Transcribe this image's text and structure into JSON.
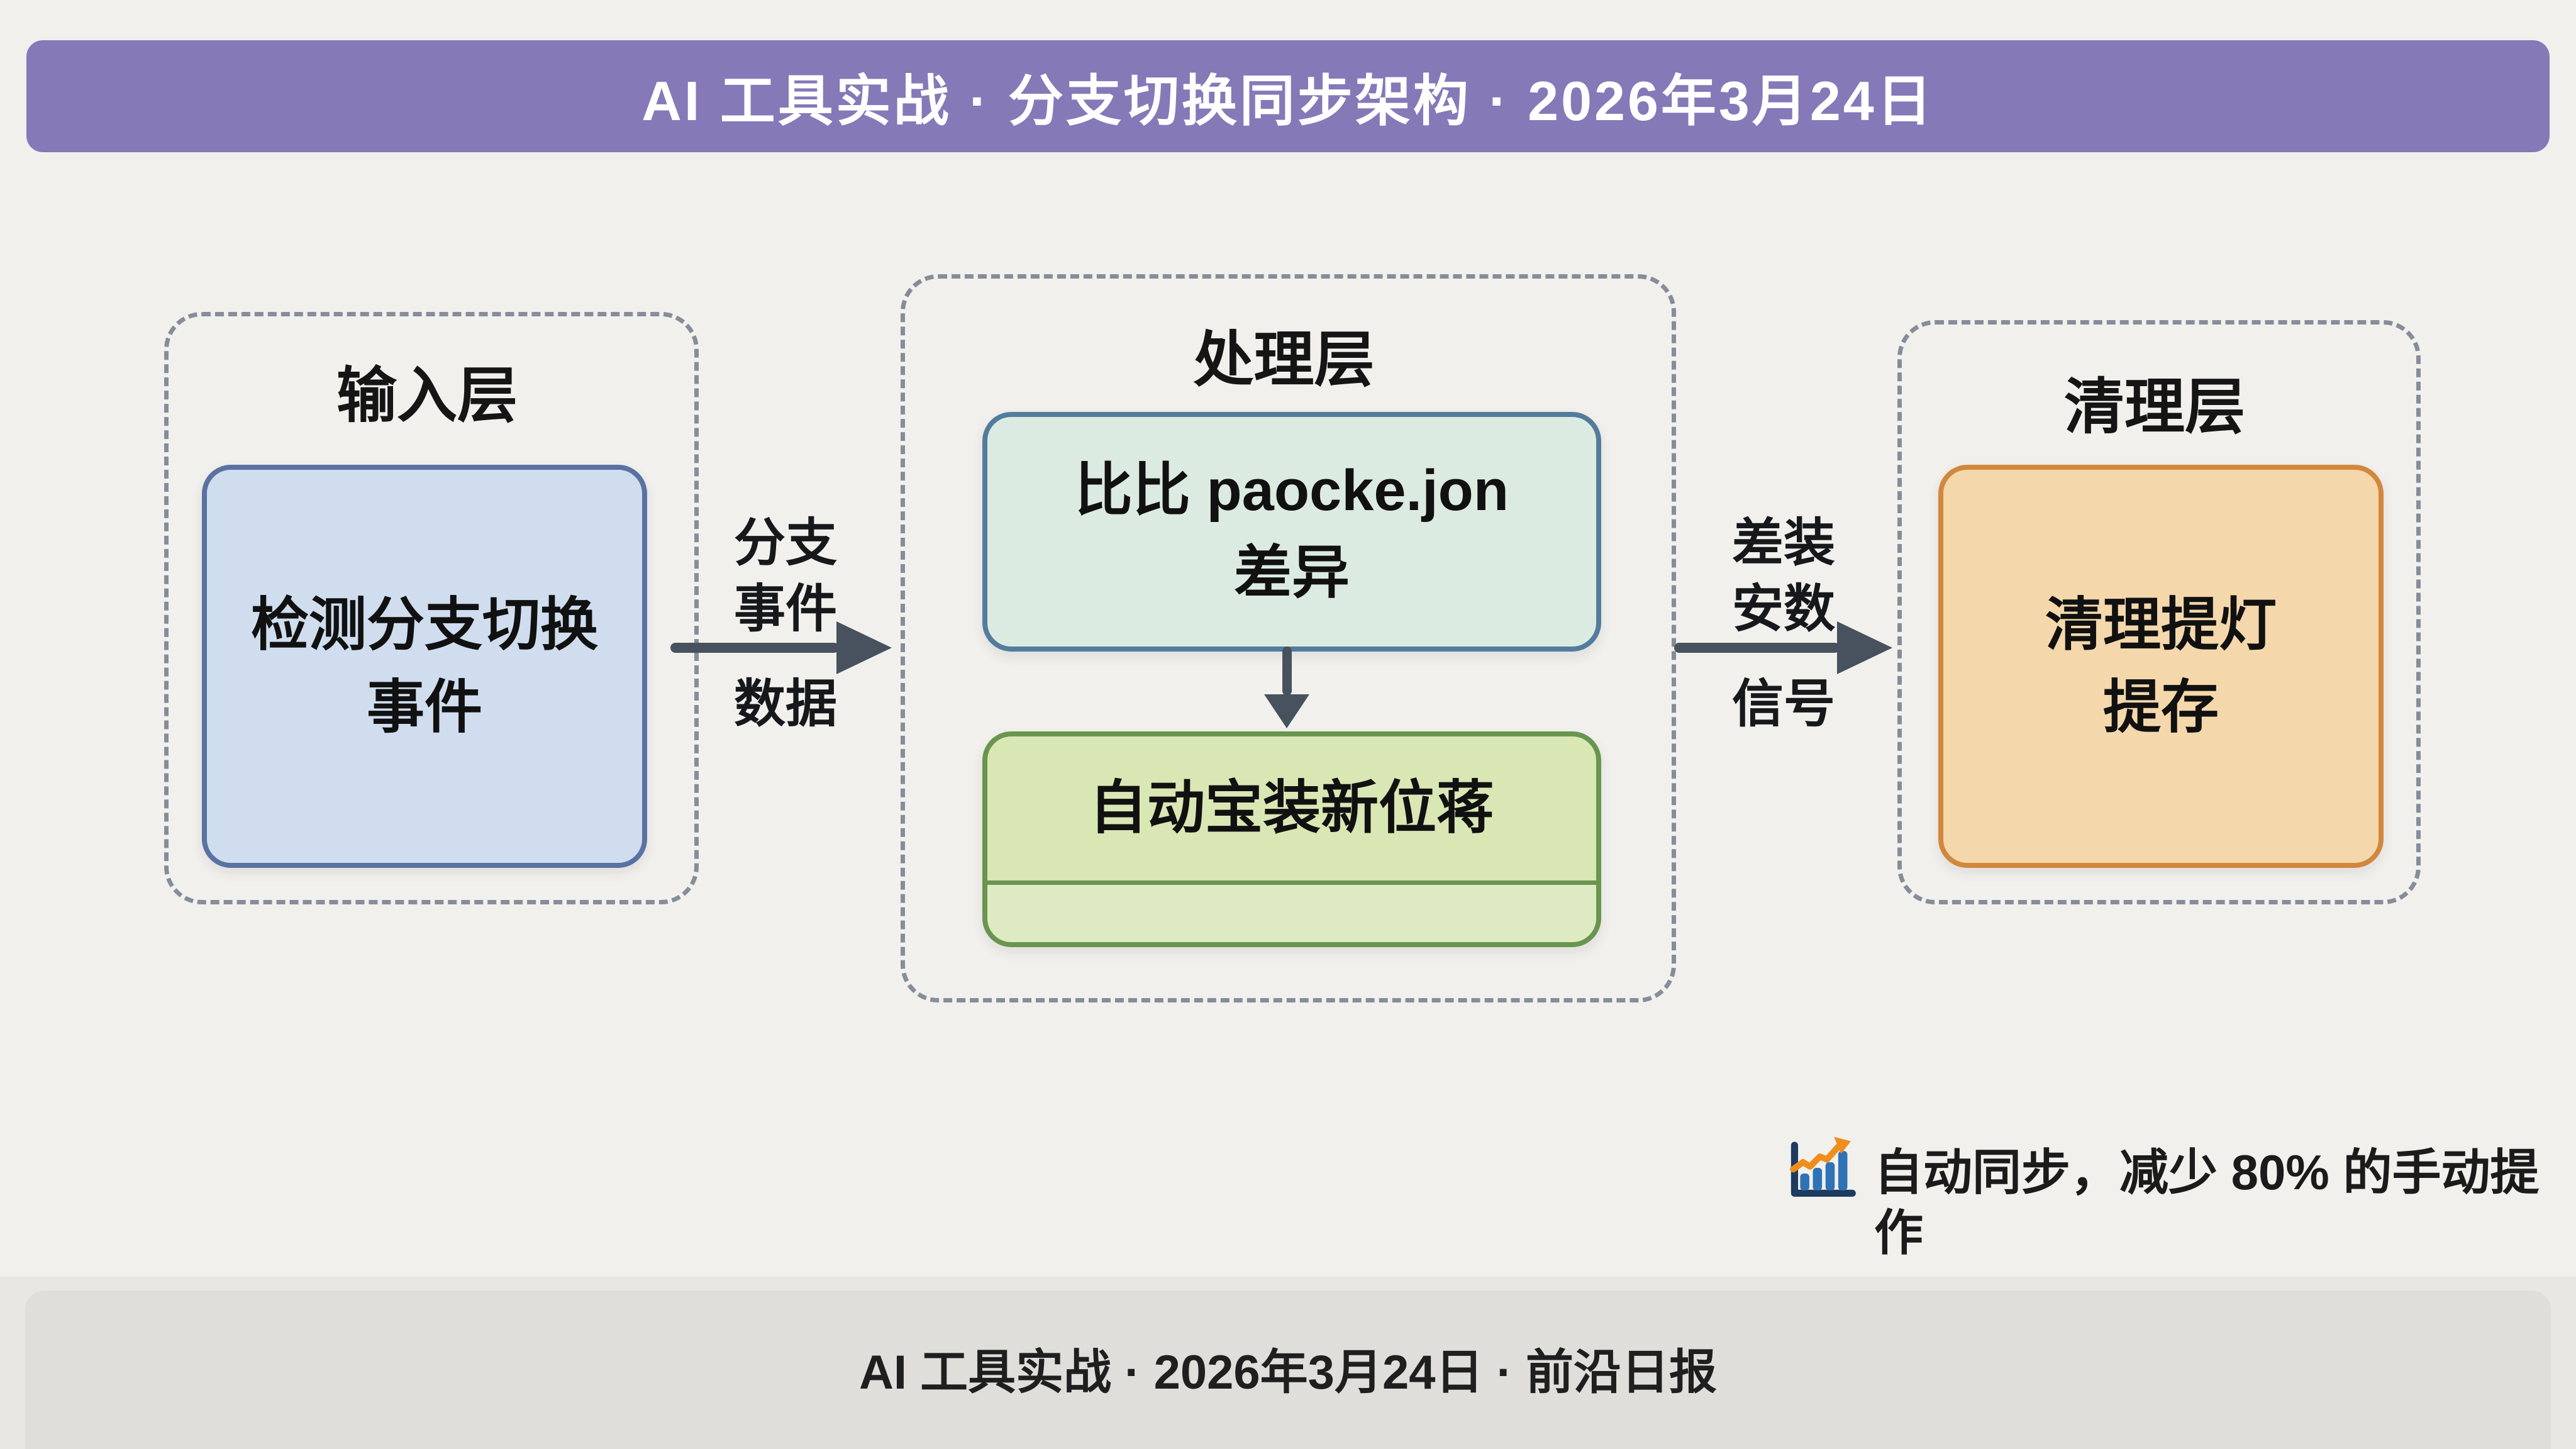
{
  "header": {
    "title": "AI 工具实战 · 分支切换同步架构 · 2026年3月24日",
    "bg_color": "#8579b8",
    "text_color": "#ffffff"
  },
  "layers": {
    "input": {
      "label": "输入层",
      "node": {
        "line1": "检测分支切换",
        "line2": "事件",
        "fill": "#cfddee",
        "border": "#5a72a2"
      }
    },
    "process": {
      "label": "处理层",
      "node_top": {
        "line1": "比比 paocke.jon",
        "line2": "差异",
        "fill": "#dcebe1",
        "border": "#537c9c"
      },
      "node_bottom": {
        "line1": "自动宝装新位蒋",
        "fill": "#d9e7b5",
        "border": "#68954f"
      }
    },
    "cleanup": {
      "label": "清理层",
      "node": {
        "line1": "清理提灯",
        "line2": "提存",
        "fill": "#f4d8ab",
        "border": "#d2873d"
      }
    }
  },
  "arrows": {
    "color": "#47525e",
    "input_to_process": {
      "above_line1": "分支",
      "above_line2": "事件",
      "below": "数据"
    },
    "process_to_cleanup": {
      "above_line1": "差装",
      "above_line2": "安数",
      "below": "信号"
    },
    "top_to_bottom_node": {
      "label": ""
    }
  },
  "note": {
    "icon": "bar-chart-icon",
    "text": "自动同步，减少 80% 的手动提作"
  },
  "footer": {
    "text": "AI 工具实战 · 2026年3月24日 · 前沿日报"
  },
  "colors": {
    "page_bg": "#f1f0ec",
    "dashed_border": "#868d99",
    "arrow": "#47525e",
    "footer_bar": "#dfdedb",
    "icon_bar_blue": "#2f72b5",
    "icon_arrow_orange": "#ef8d1d",
    "icon_axis_navy": "#1d3a5f"
  }
}
